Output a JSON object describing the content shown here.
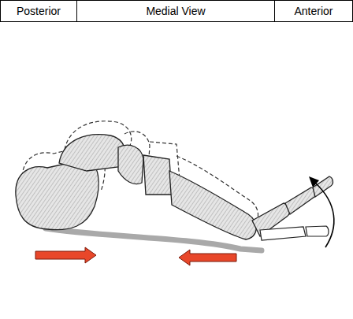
{
  "diagram": {
    "nodes": [
      {
        "text": [
          "Posterior"
        ]
      },
      {
        "text": [
          "Medial View"
        ]
      },
      {
        "text": [
          "Anterior"
        ]
      }
    ]
  }
}
